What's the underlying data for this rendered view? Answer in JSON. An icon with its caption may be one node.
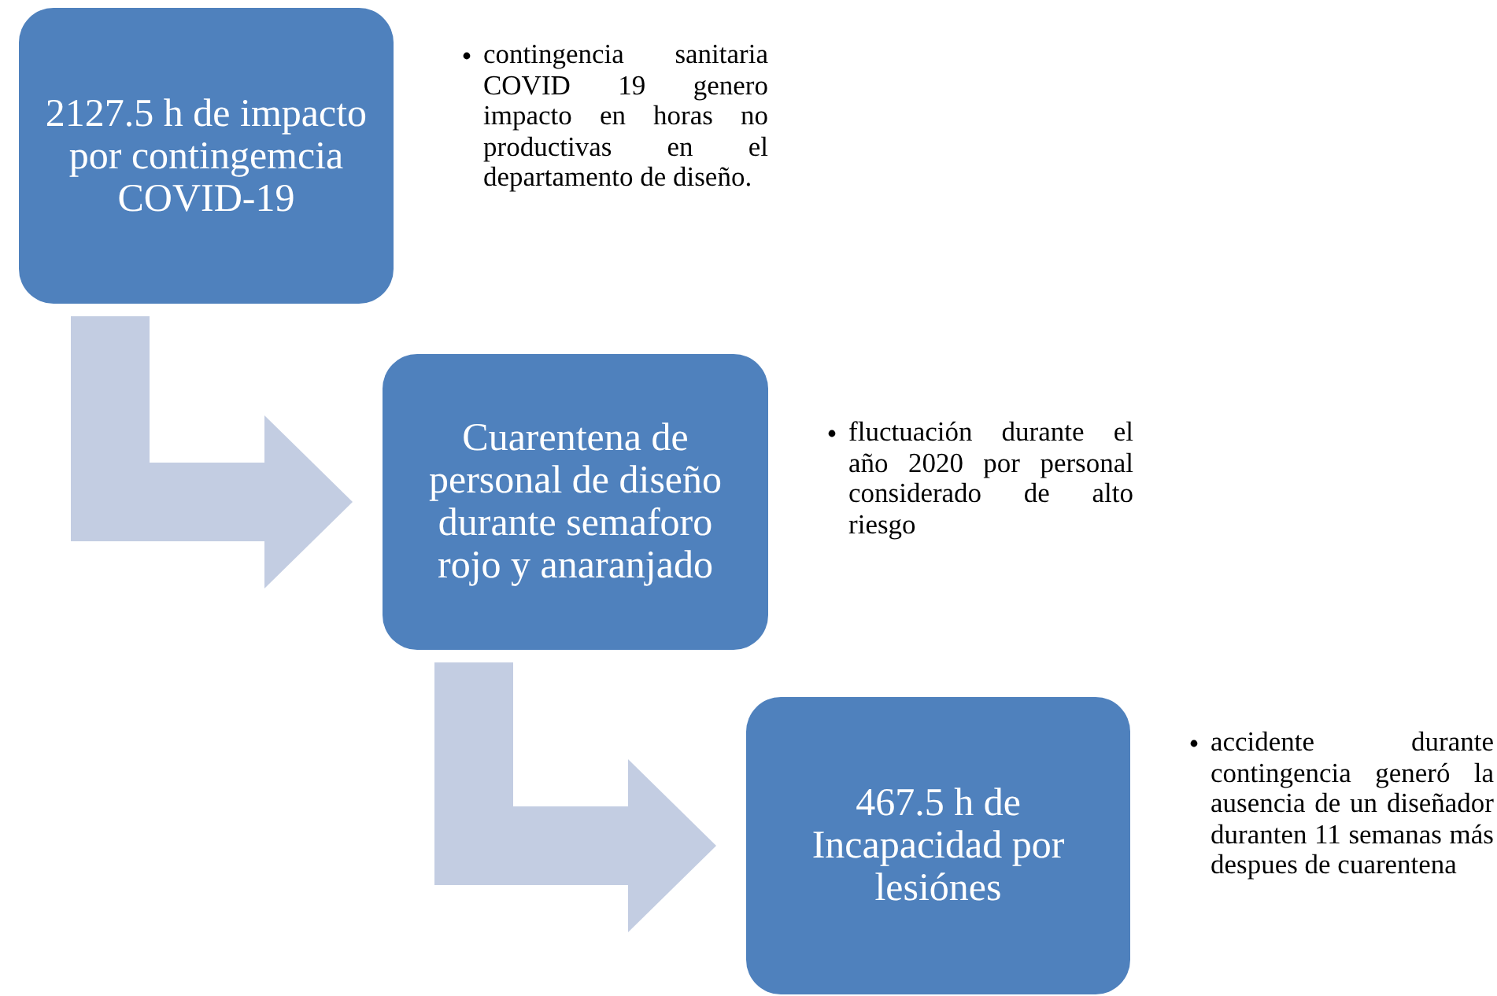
{
  "diagram": {
    "nodes": [
      {
        "text": [
          "2127.5 h de impacto por contingemcia COVID-19"
        ],
        "beside": [
          "contingencia sanitaria COVID 19 genero impacto en horas no productivas en el departamento de diseño."
        ]
      },
      {
        "text": [
          "Cuarentena de personal de diseño durante semaforo rojo y anaranjado"
        ],
        "beside": [
          "fluctuación durante el año 2020 por personal considerado de alto riesgo"
        ]
      },
      {
        "text": [
          "467.5 h de Incapacidad por lesiónes"
        ],
        "beside": [
          "accidente durante contingencia generó la ausencia de un diseñador duranten 11 semanas más despues de cuarentena"
        ]
      }
    ],
    "edges": [
      {
        "from": 0,
        "to": 1,
        "arrow": "to"
      },
      {
        "from": 1,
        "to": 2,
        "arrow": "to"
      }
    ]
  }
}
